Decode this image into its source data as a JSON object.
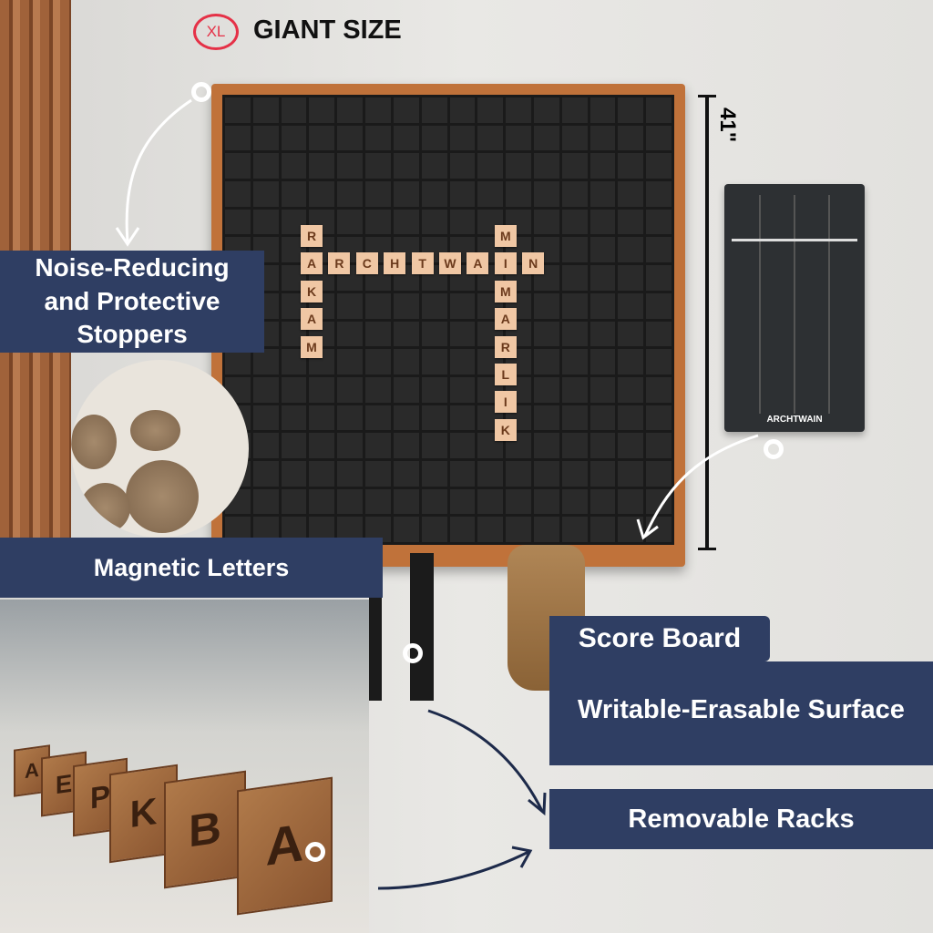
{
  "header": {
    "badge": "XL",
    "title": "GIANT SIZE"
  },
  "dimension": "41\"",
  "board": {
    "row_word": [
      "A",
      "R",
      "C",
      "H",
      "T",
      "W",
      "A",
      "I",
      "N"
    ],
    "col_left": [
      "R",
      "A",
      "K",
      "A",
      "M"
    ],
    "col_right": [
      "M",
      "I",
      "M",
      "A",
      "R",
      "L",
      "I",
      "K"
    ]
  },
  "scoreboard_brand": "ARCHTWAIN",
  "labels": {
    "stoppers": "Noise-Reducing and Protective Stoppers",
    "letters": "Magnetic Letters",
    "score": "Score Board",
    "surface": "Writable-Erasable Surface",
    "racks": "Removable Racks"
  },
  "photo_tiles": [
    "A",
    "E",
    "P",
    "K",
    "B",
    "A"
  ],
  "colors": {
    "accent": "#e53147",
    "label_bg": "#2f3e63",
    "board_frame": "#c0723a"
  }
}
